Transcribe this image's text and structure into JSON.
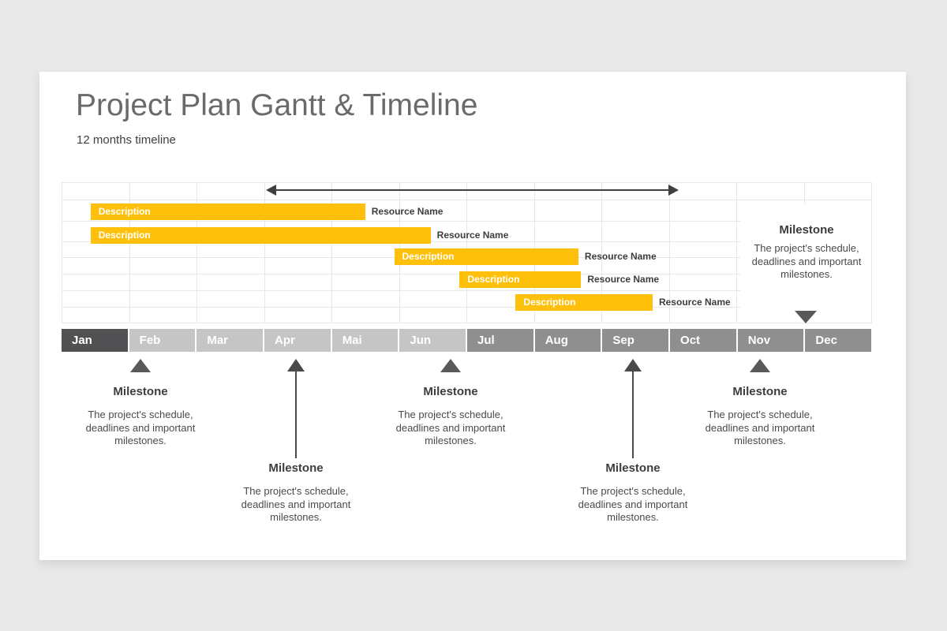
{
  "slide": {
    "title": "Project Plan Gantt & Timeline",
    "subtitle": "12 months timeline"
  },
  "chart_data": {
    "type": "gantt",
    "title": "Project Plan Gantt & Timeline",
    "subtitle": "12 months timeline",
    "x_axis": {
      "unit": "month",
      "range": [
        0,
        12
      ],
      "grid": true
    },
    "months": [
      "Jan",
      "Feb",
      "Mar",
      "Apr",
      "Mai",
      "Jun",
      "Jul",
      "Aug",
      "Sep",
      "Oct",
      "Nov",
      "Dec"
    ],
    "month_shades": [
      "dark",
      "light",
      "light",
      "light",
      "light",
      "light",
      "mid",
      "mid",
      "mid",
      "mid",
      "mid",
      "mid"
    ],
    "bars": [
      {
        "label": "Description",
        "resource": "Resource Name",
        "start_month": 0.43,
        "end_month": 4.5
      },
      {
        "label": "Description",
        "resource": "Resource Name",
        "start_month": 0.43,
        "end_month": 5.47
      },
      {
        "label": "Description",
        "resource": "Resource Name",
        "start_month": 4.93,
        "end_month": 7.66
      },
      {
        "label": "Description",
        "resource": "Resource Name",
        "start_month": 5.9,
        "end_month": 7.7
      },
      {
        "label": "Description",
        "resource": "Resource Name",
        "start_month": 6.73,
        "end_month": 8.76
      }
    ],
    "duration_arrow": {
      "start_month": 3.03,
      "end_month": 9.15
    },
    "milestones": [
      {
        "title": "Milestone",
        "description": "The project's schedule, deadlines and important milestones.",
        "month": 1.17,
        "variant": "triangle-up-below"
      },
      {
        "title": "Milestone",
        "description": "The project's schedule, deadlines and important milestones.",
        "month": 3.47,
        "variant": "long-arrow-up-below"
      },
      {
        "title": "Milestone",
        "description": "The project's schedule, deadlines and important milestones.",
        "month": 5.77,
        "variant": "triangle-up-below"
      },
      {
        "title": "Milestone",
        "description": "The project's schedule, deadlines and important milestones.",
        "month": 8.47,
        "variant": "long-arrow-up-below"
      },
      {
        "title": "Milestone",
        "description": "The project's schedule, deadlines and important milestones.",
        "month": 10.35,
        "variant": "triangle-up-below"
      },
      {
        "title": "Milestone",
        "description": "The project's schedule, deadlines and important milestones.",
        "month": 11.03,
        "variant": "triangle-down-in-grid"
      }
    ]
  },
  "colors": {
    "bar_yellow": "#ffc00b",
    "marker_gray": "#58595b",
    "arrow_dark": "#3f3f3f",
    "month_dark": "#515153",
    "month_light": "#c5c5c5",
    "month_mid": "#8f8f8f",
    "canvas_bg": "#e9e9e9",
    "slide_bg": "#ffffff"
  }
}
